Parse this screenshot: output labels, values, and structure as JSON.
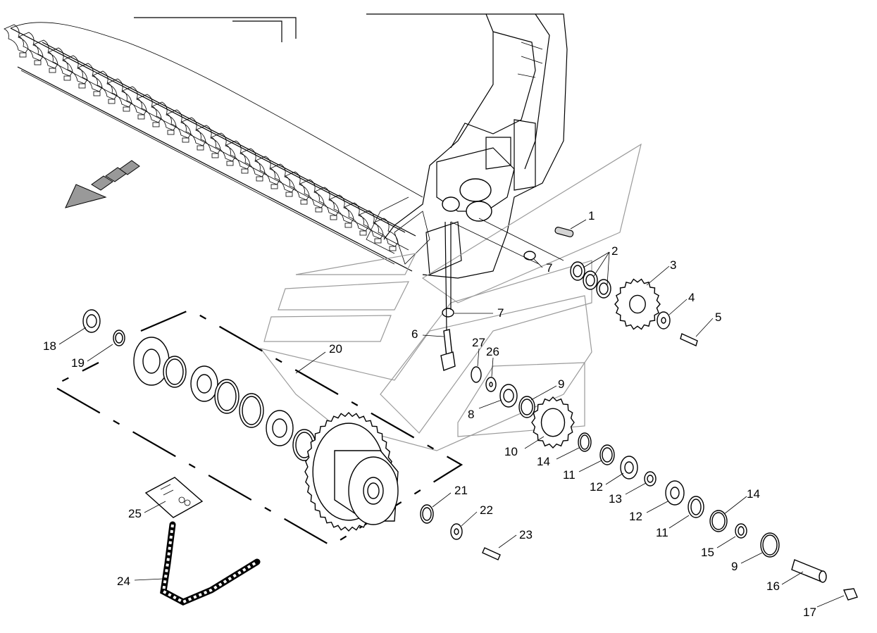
{
  "diagram": {
    "callouts": [
      {
        "id": "c1",
        "text": "1"
      },
      {
        "id": "c2",
        "text": "2"
      },
      {
        "id": "c3",
        "text": "3"
      },
      {
        "id": "c4",
        "text": "4"
      },
      {
        "id": "c5",
        "text": "5"
      },
      {
        "id": "c6",
        "text": "6"
      },
      {
        "id": "c7a",
        "text": "7"
      },
      {
        "id": "c7b",
        "text": "7"
      },
      {
        "id": "c8",
        "text": "8"
      },
      {
        "id": "c9a",
        "text": "9"
      },
      {
        "id": "c9b",
        "text": "9"
      },
      {
        "id": "c10",
        "text": "10"
      },
      {
        "id": "c11a",
        "text": "11"
      },
      {
        "id": "c11b",
        "text": "11"
      },
      {
        "id": "c12a",
        "text": "12"
      },
      {
        "id": "c12b",
        "text": "12"
      },
      {
        "id": "c13",
        "text": "13"
      },
      {
        "id": "c14a",
        "text": "14"
      },
      {
        "id": "c14b",
        "text": "14"
      },
      {
        "id": "c15",
        "text": "15"
      },
      {
        "id": "c16",
        "text": "16"
      },
      {
        "id": "c17",
        "text": "17"
      },
      {
        "id": "c18",
        "text": "18"
      },
      {
        "id": "c19",
        "text": "19"
      },
      {
        "id": "c20",
        "text": "20"
      },
      {
        "id": "c21",
        "text": "21"
      },
      {
        "id": "c22",
        "text": "22"
      },
      {
        "id": "c23",
        "text": "23"
      },
      {
        "id": "c24",
        "text": "24"
      },
      {
        "id": "c25",
        "text": "25"
      },
      {
        "id": "c26",
        "text": "26"
      },
      {
        "id": "c27",
        "text": "27"
      }
    ]
  }
}
